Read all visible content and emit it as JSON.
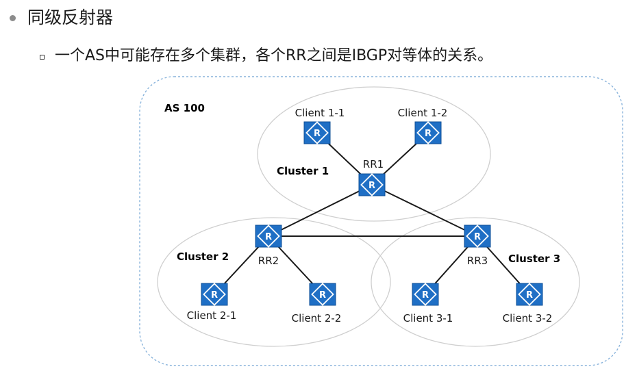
{
  "slide": {
    "heading": "同级反射器",
    "subheading": "一个AS中可能存在多个集群，各个RR之间是IBGP对等体的关系。"
  },
  "diagram": {
    "as_label": "AS 100",
    "clusters": {
      "cluster1": "Cluster 1",
      "cluster2": "Cluster 2",
      "cluster3": "Cluster 3"
    },
    "routers": {
      "rr1": "RR1",
      "rr2": "RR2",
      "rr3": "RR3",
      "c11": "Client 1-1",
      "c12": "Client 1-2",
      "c21": "Client 2-1",
      "c22": "Client 2-2",
      "c31": "Client 3-1",
      "c32": "Client 3-2"
    },
    "router_icon": "router-icon",
    "colors": {
      "router_fill": "#1f6fc5",
      "link": "#1a1a1a",
      "as_border": "#8ab4dc",
      "cluster_border": "#cfcfcf"
    }
  }
}
